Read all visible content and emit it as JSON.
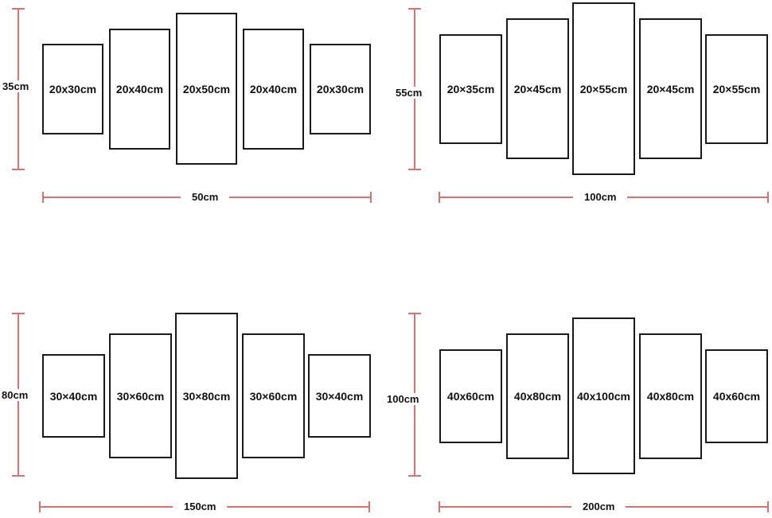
{
  "colors": {
    "dimension_line": "#e07070",
    "panel_border": "#1a1a1a"
  },
  "sets": [
    {
      "height_label": "35cm",
      "width_label": "50cm",
      "panels": [
        "20x30cm",
        "20x40cm",
        "20x50cm",
        "20x40cm",
        "20x30cm"
      ]
    },
    {
      "height_label": "55cm",
      "width_label": "100cm",
      "panels": [
        "20×35cm",
        "20×45cm",
        "20×55cm",
        "20×45cm",
        "20×55cm"
      ]
    },
    {
      "height_label": "80cm",
      "width_label": "150cm",
      "panels": [
        "30×40cm",
        "30×60cm",
        "30×80cm",
        "30×60cm",
        "30×40cm"
      ]
    },
    {
      "height_label": "100cm",
      "width_label": "200cm",
      "panels": [
        "40x60cm",
        "40x80cm",
        "40x100cm",
        "40x80cm",
        "40x60cm"
      ]
    }
  ]
}
